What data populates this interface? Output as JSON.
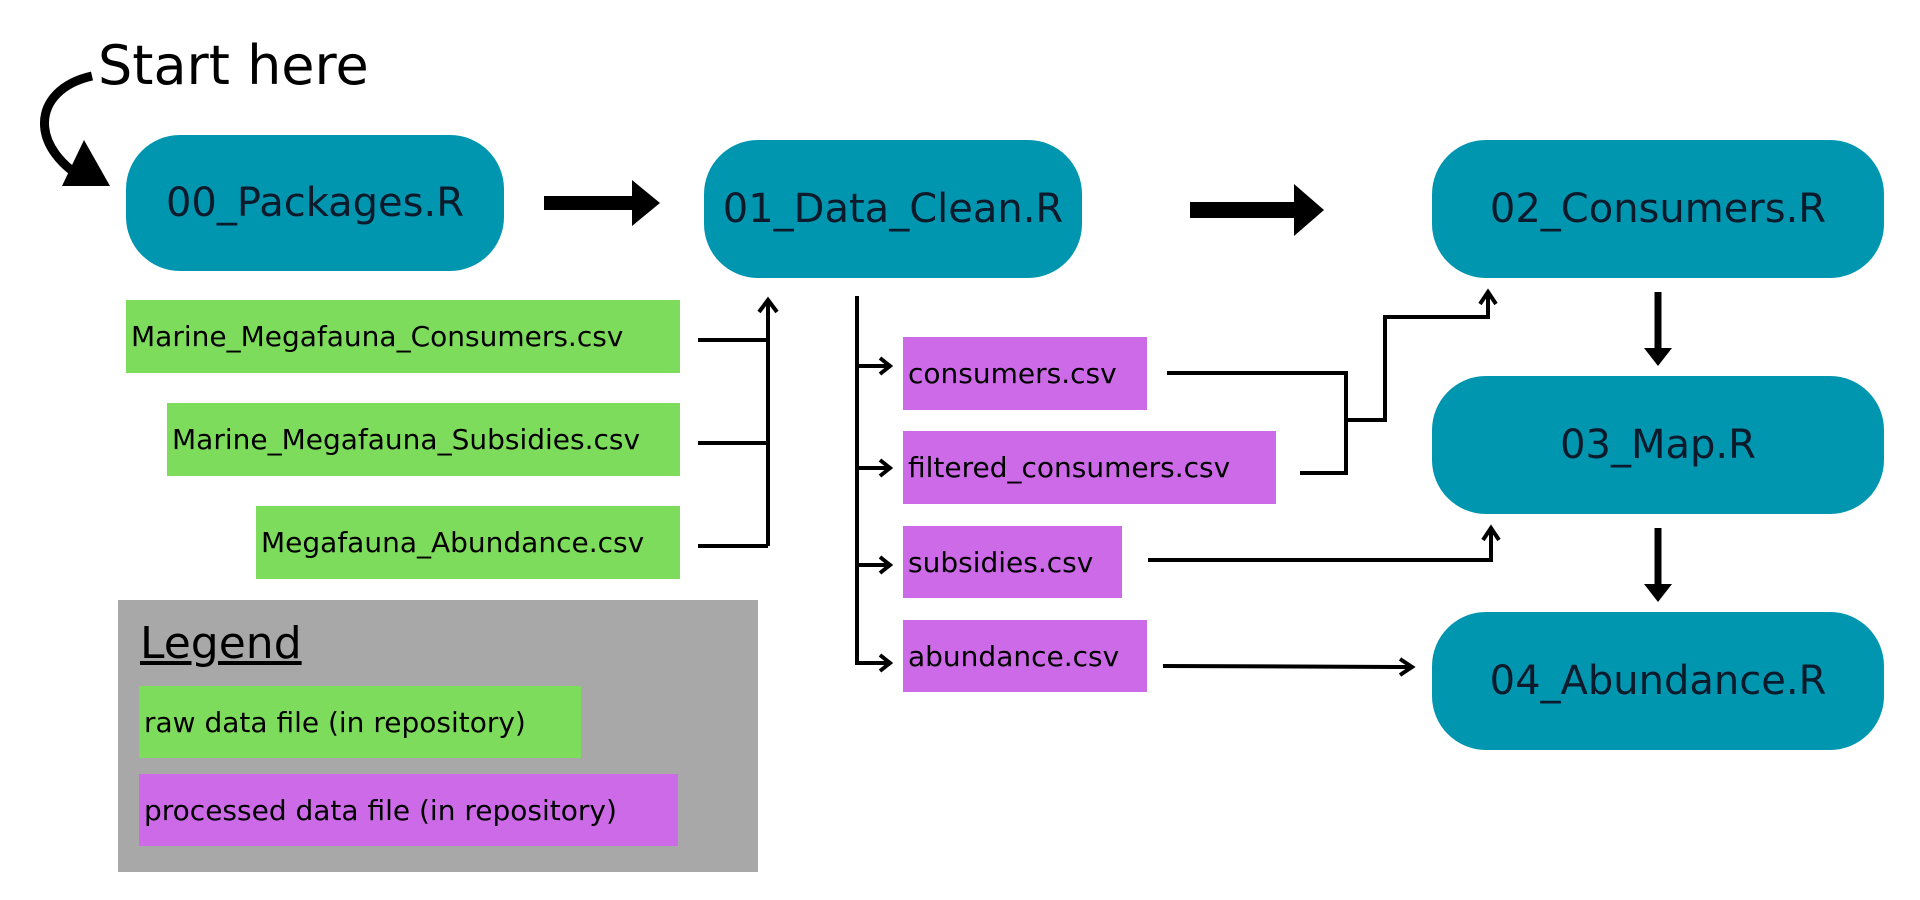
{
  "start_label": "Start here",
  "scripts": {
    "packages": "00_Packages.R",
    "data_clean": "01_Data_Clean.R",
    "consumers": "02_Consumers.R",
    "map": "03_Map.R",
    "abundance": "04_Abundance.R"
  },
  "raw_files": {
    "consumers": "Marine_Megafauna_Consumers.csv",
    "subsidies": "Marine_Megafauna_Subsidies.csv",
    "abundance": "Megafauna_Abundance.csv"
  },
  "processed_files": {
    "consumers": "consumers.csv",
    "filtered_consumers": "filtered_consumers.csv",
    "subsidies": "subsidies.csv",
    "abundance": "abundance.csv"
  },
  "legend": {
    "title": "Legend",
    "raw": "raw data file (in repository)",
    "processed": "processed data file (in repository)"
  },
  "colors": {
    "script_box": "#0096b0",
    "raw_file": "#7edc5c",
    "processed_file": "#cd6ae8",
    "legend_background": "#a8a8a8"
  }
}
